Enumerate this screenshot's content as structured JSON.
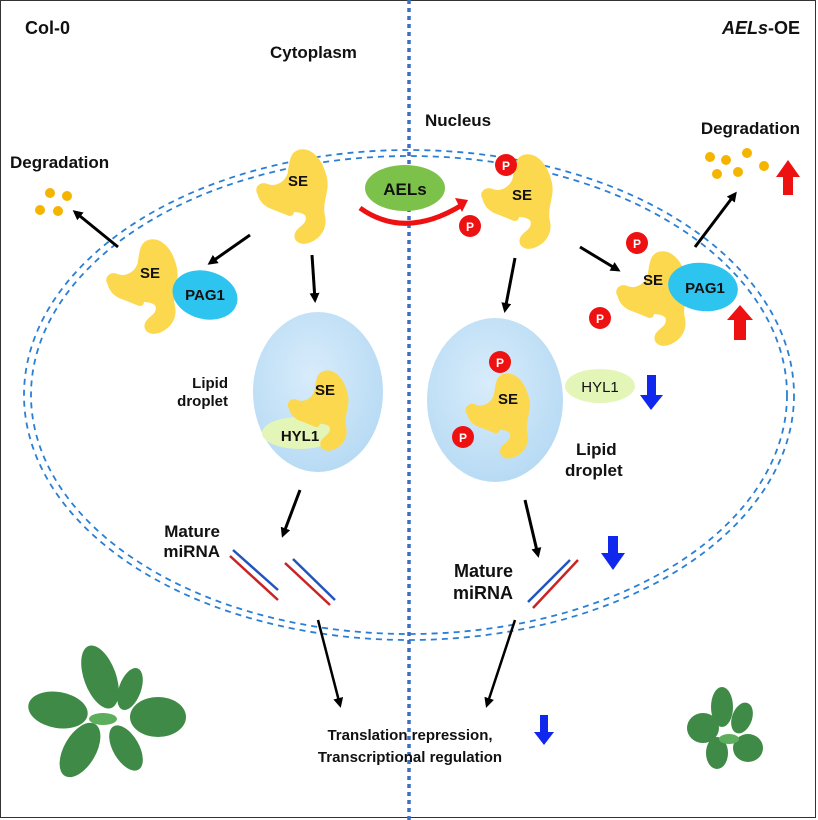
{
  "figure": {
    "left_condition": "Col-0",
    "right_condition_italic": "AELs",
    "right_condition_suffix": "-OE",
    "compartments": {
      "cytoplasm": "Cytoplasm",
      "nucleus": "Nucleus"
    },
    "left": {
      "degradation": "Degradation",
      "se_free": "SE",
      "se_bound": "SE",
      "pag1": "PAG1",
      "lipid_label_line1": "Lipid",
      "lipid_label_line2": "droplet",
      "se_in_droplet": "SE",
      "hyl1_in_droplet": "HYL1",
      "mirna_line1": "Mature",
      "mirna_line2": "miRNA"
    },
    "center": {
      "aels": "AELs",
      "output_line1": "Translation repression,",
      "output_line2": "Transcriptional regulation"
    },
    "right": {
      "degradation": "Degradation",
      "se_free": "SE",
      "se_bound": "SE",
      "pag1": "PAG1",
      "phospho": "P",
      "hyl1_free": "HYL1",
      "se_in_droplet": "SE",
      "lipid_label_line1": "Lipid",
      "lipid_label_line2": "droplet",
      "mirna_line1": "Mature",
      "mirna_line2": "miRNA"
    },
    "colors": {
      "se": "#fcd84f",
      "pag1": "#2ec4f0",
      "aels": "#7cc24a",
      "hyl1": "#e4f5b8",
      "droplet": "#c4e2f7",
      "up_arrow": "#ee1111",
      "down_arrow": "#1028ee",
      "membrane": "#2a7fd4",
      "plant": "#3f8a47"
    }
  }
}
